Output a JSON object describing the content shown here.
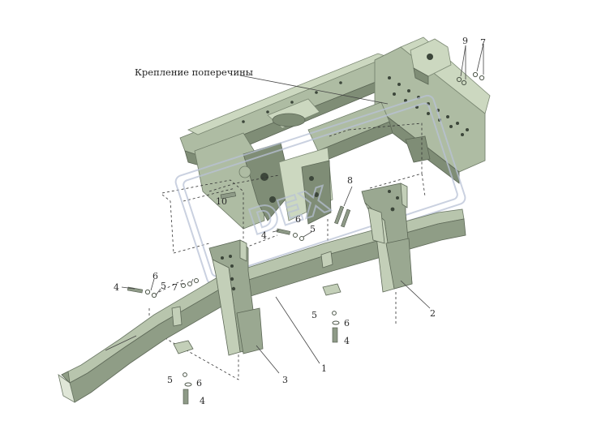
{
  "title": "Крепление поперечины",
  "callouts": {
    "c1": "1",
    "c2": "2",
    "c3": "3",
    "c4a": "4",
    "c4b": "4",
    "c4c": "4",
    "c4d": "4",
    "c5a": "5",
    "c5b": "5",
    "c5c": "5",
    "c5d": "5",
    "c6a": "6",
    "c6b": "6",
    "c6c": "6",
    "c6d": "6",
    "c7a": "7",
    "c7b": "7",
    "c8": "8",
    "c9": "9",
    "c10": "10"
  },
  "colors": {
    "frame": "#aebca3",
    "beam": "#b8c5ad",
    "watermark": "#b8c2d6"
  }
}
